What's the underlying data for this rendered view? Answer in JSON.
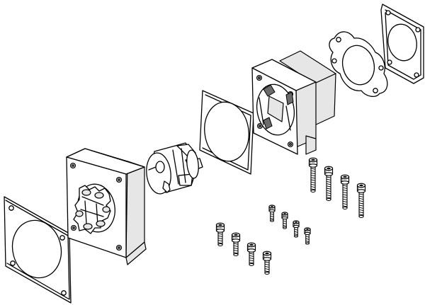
{
  "figure": {
    "background": "#ffffff",
    "line_color": "#000000",
    "parts": [
      "mounting-seal-large",
      "motor-flange-plate",
      "coupling-spider-insert",
      "jaw-coupling",
      "square-gasket",
      "coupling-housing",
      "bayonet-seal",
      "flange-gasket-small",
      "socket-head-screws-long",
      "socket-head-screws-short",
      "socket-head-screws-mini"
    ]
  }
}
